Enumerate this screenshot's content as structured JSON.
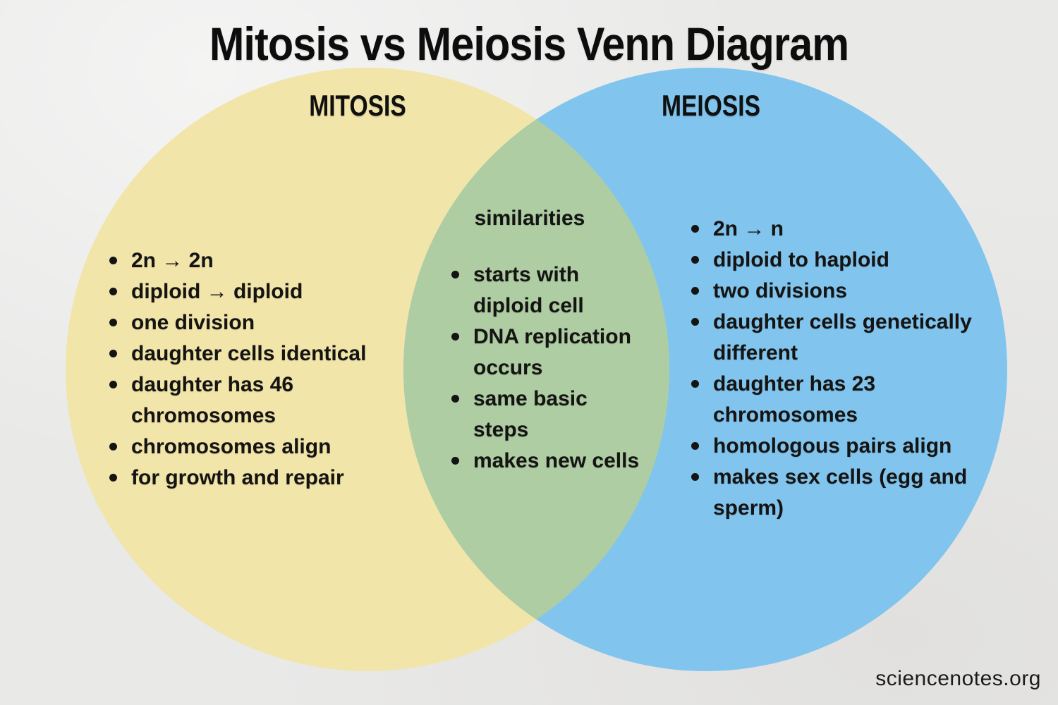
{
  "title": "Mitosis vs Meiosis Venn Diagram",
  "watermark": "sciencenotes.org",
  "colors": {
    "background": "#e9e9e8",
    "mitosis_circle": "#f1e5a9",
    "meiosis_circle": "#81c5ee",
    "overlap": "#aecda3",
    "text": "#141414"
  },
  "venn": {
    "left": {
      "label": "MITOSIS",
      "color": "#f1e5a9",
      "items": [
        "2n → 2n",
        "diploid → diploid",
        "one division",
        "daughter cells identical",
        "daughter has 46\nchromosomes",
        "chromosomes align",
        "for growth and repair"
      ]
    },
    "middle": {
      "label": "similarities",
      "color": "#aecda3",
      "items": [
        "starts with\ndiploid cell",
        "DNA replication\noccurs",
        "same basic\nsteps",
        "makes new cells"
      ]
    },
    "right": {
      "label": "MEIOSIS",
      "color": "#81c5ee",
      "items": [
        "2n → n",
        "diploid to haploid",
        "two divisions",
        "daughter cells genetically\ndifferent",
        "daughter has 23\nchromosomes",
        "homologous pairs align",
        "makes sex cells (egg and\nsperm)"
      ]
    }
  }
}
